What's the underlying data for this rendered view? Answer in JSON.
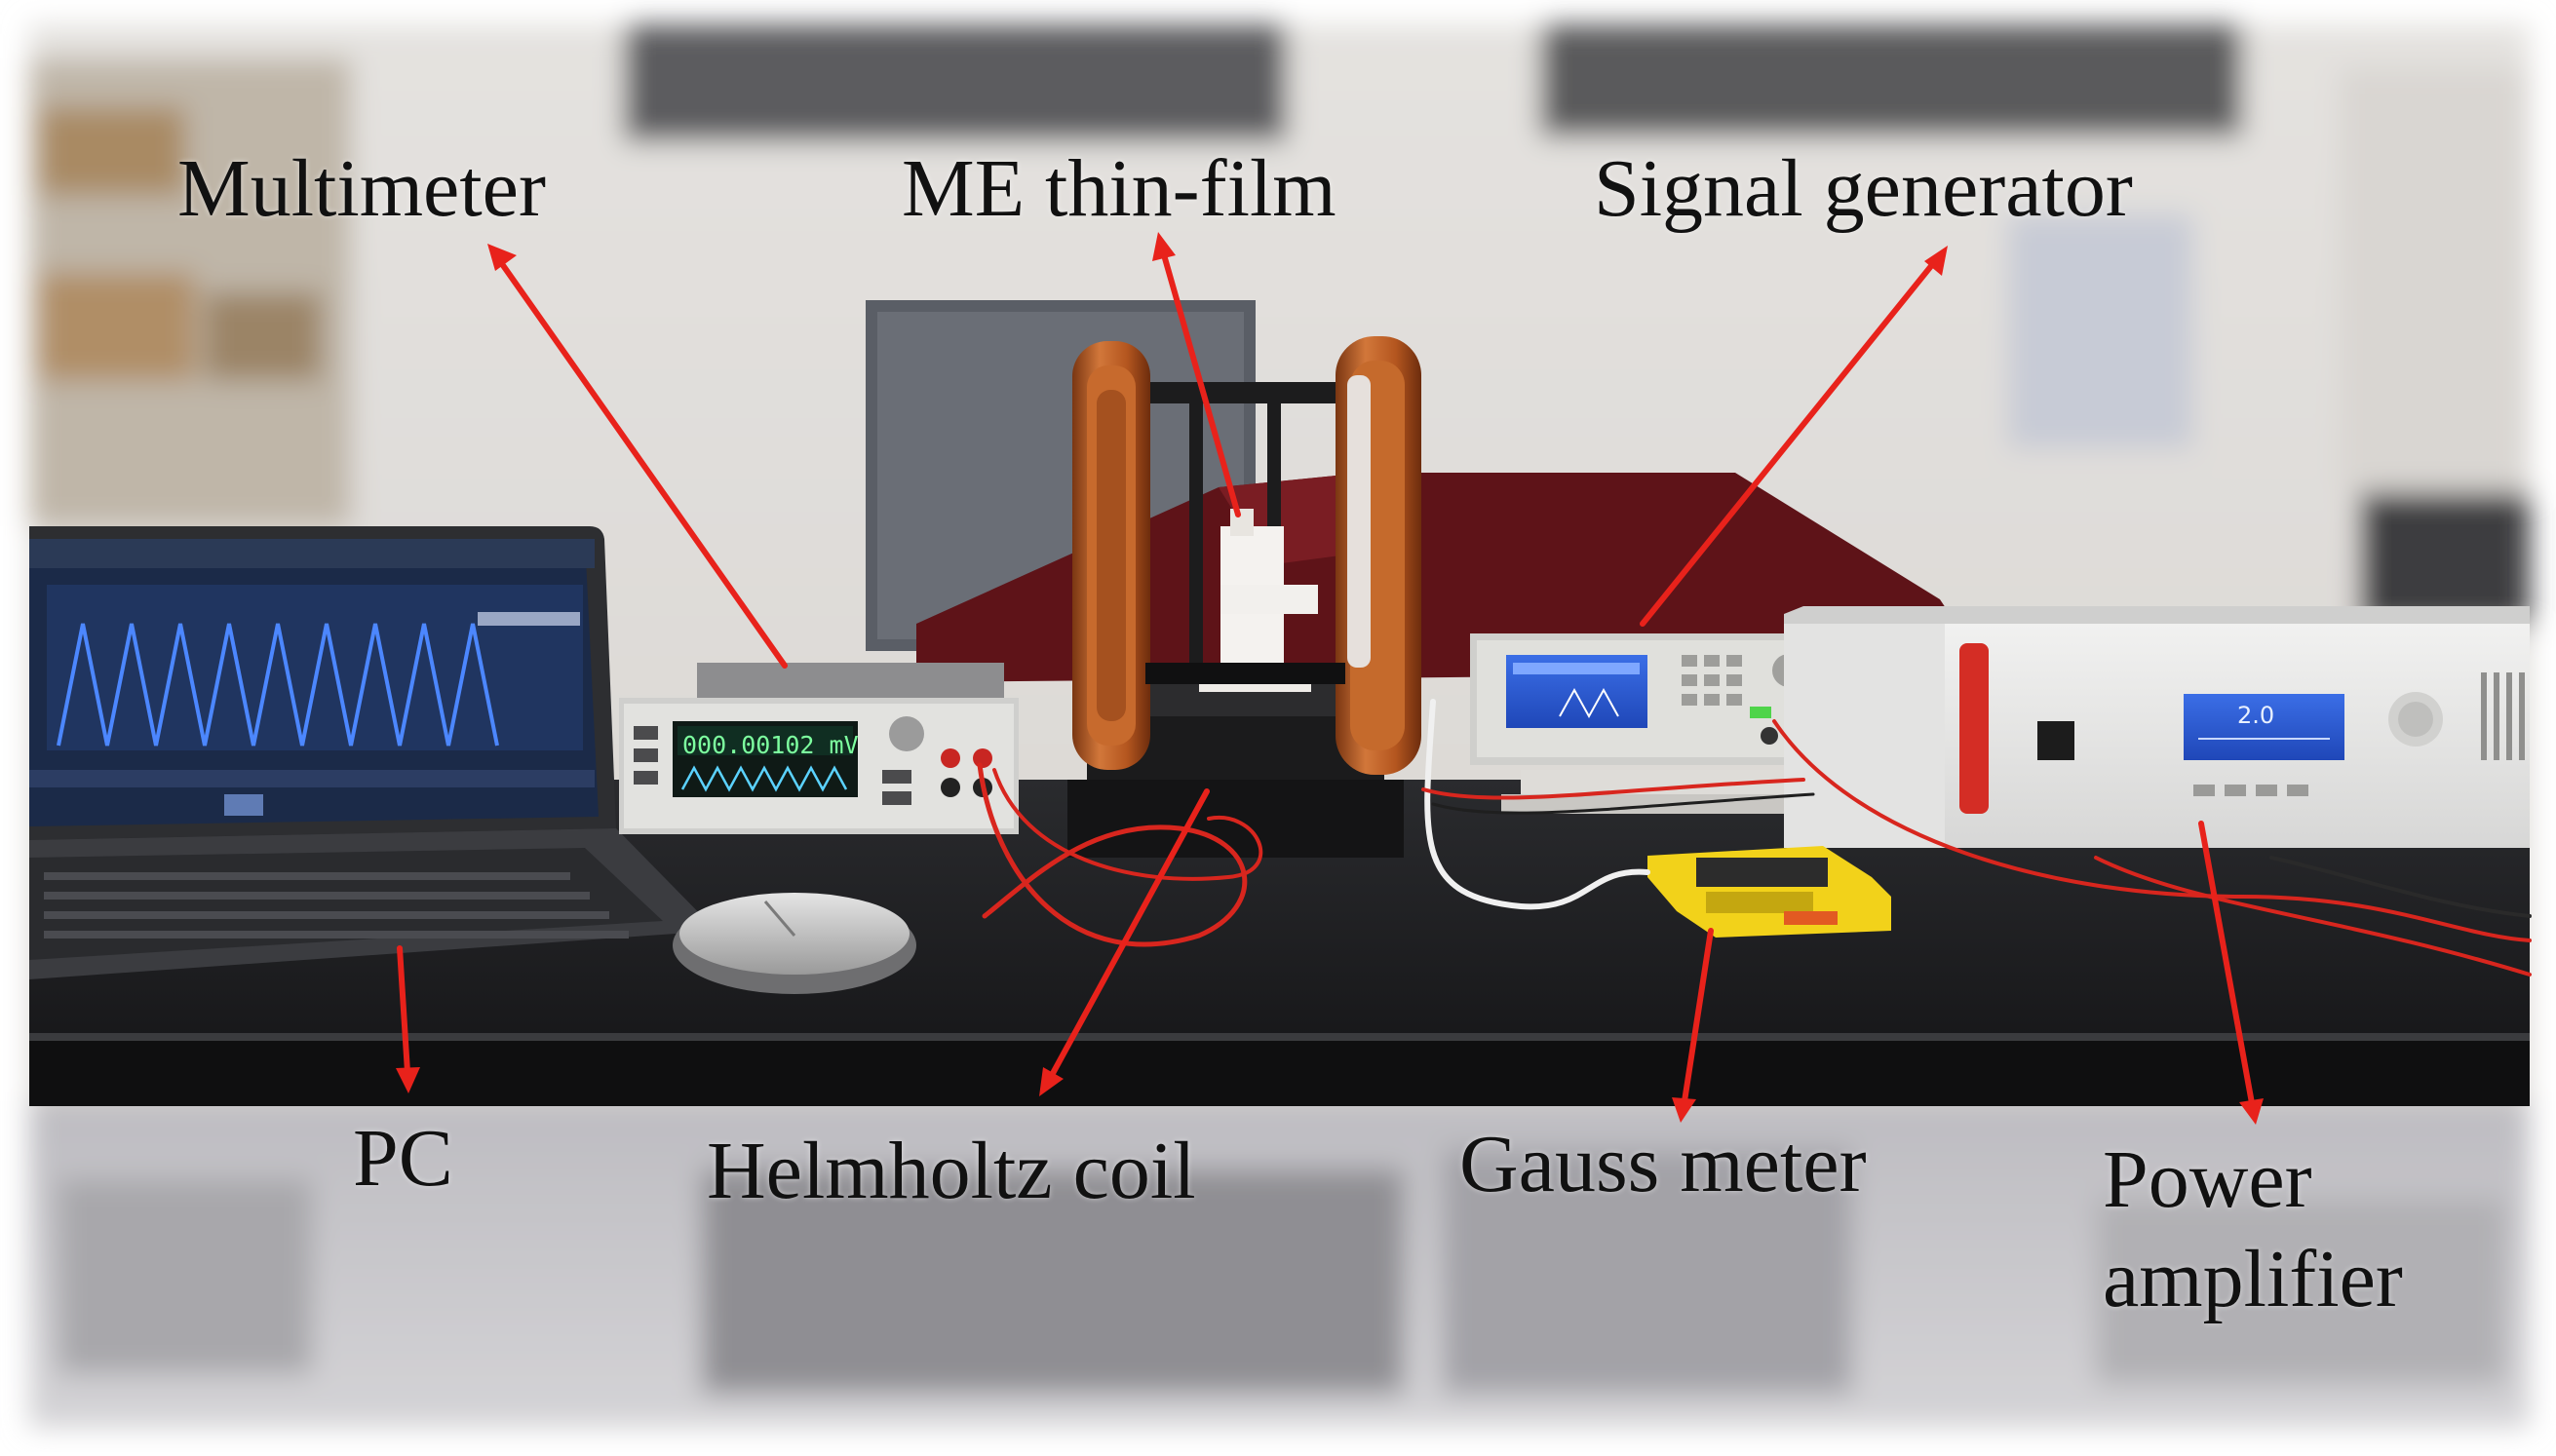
{
  "labels": {
    "multimeter": "Multimeter",
    "me_thin_film": "ME thin-film",
    "signal_generator": "Signal  generator",
    "pc": "PC",
    "helmholtz_coil": "Helmholtz  coil",
    "gauss_meter": "Gauss meter",
    "power_amplifier_line1": "Power",
    "power_amplifier_line2": "amplifier"
  },
  "instrument_readouts": {
    "multimeter_display": "000.00102 mV",
    "amplifier_display": "2.0"
  },
  "colors": {
    "arrow": "#e8221b",
    "coil_copper": "#c5652a",
    "bench": "#1e1e20",
    "wall": "#e9e6e3",
    "drape": "#5e1318",
    "gauss_yellow": "#f2d21a",
    "screen_blue": "#2a5bd6"
  }
}
